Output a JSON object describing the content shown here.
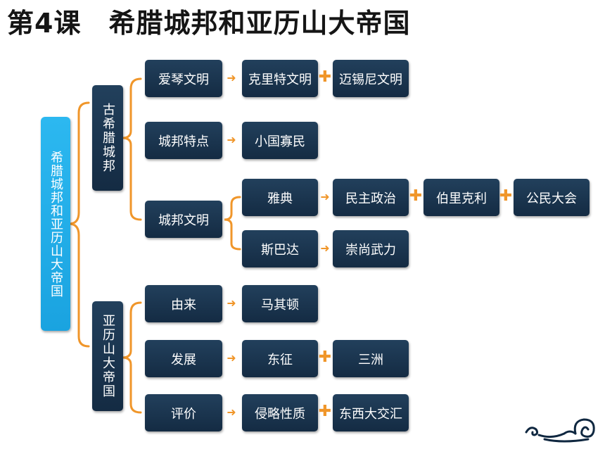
{
  "title": "第4课　希腊城邦和亚历山大帝国",
  "root": "希腊城邦和亚历山大帝国",
  "branches": {
    "greece": "古希腊城邦",
    "alexander": "亚历山大帝国"
  },
  "greece": {
    "aegean": {
      "label": "爱琴文明",
      "a": "克里特文明",
      "b": "迈锡尼文明"
    },
    "features": {
      "label": "城邦特点",
      "a": "小国寡民"
    },
    "civ": {
      "label": "城邦文明",
      "athens": {
        "label": "雅典",
        "a": "民主政治",
        "b": "伯里克利",
        "c": "公民大会"
      },
      "sparta": {
        "label": "斯巴达",
        "a": "崇尚武力"
      }
    }
  },
  "alexander": {
    "origin": {
      "label": "由来",
      "a": "马其顿"
    },
    "develop": {
      "label": "发展",
      "a": "东征",
      "b": "三洲"
    },
    "evaluate": {
      "label": "评价",
      "a": "侵略性质",
      "b": "东西大交汇"
    }
  },
  "symbols": {
    "arrow": "➜",
    "plus": "✚"
  },
  "colors": {
    "node": "#1b344e",
    "root": "#22aee8",
    "connector": "#f0962a"
  }
}
